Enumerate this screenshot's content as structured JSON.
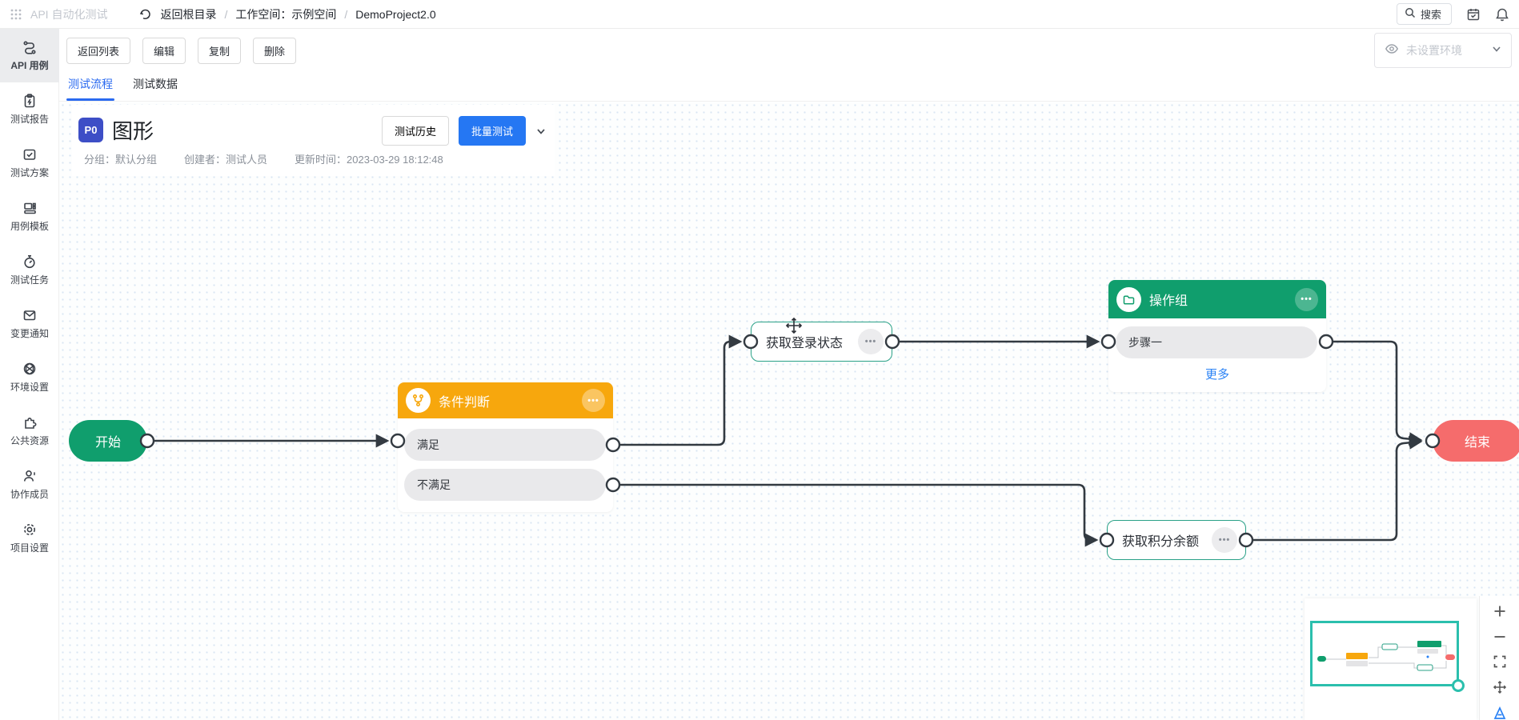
{
  "topbar": {
    "app_title": "API 自动化测试",
    "back_label": "返回根目录",
    "separator": "/",
    "workspace": "工作空间：示例空间",
    "project": "DemoProject2.0",
    "search_label": "搜索"
  },
  "sidebar": {
    "items": [
      {
        "label": "API 用例",
        "icon": "flow-route-icon",
        "active": true
      },
      {
        "label": "测试报告",
        "icon": "report-clipboard-icon",
        "active": false
      },
      {
        "label": "测试方案",
        "icon": "plan-check-icon",
        "active": false
      },
      {
        "label": "用例模板",
        "icon": "template-layout-icon",
        "active": false
      },
      {
        "label": "测试任务",
        "icon": "timer-icon",
        "active": false
      },
      {
        "label": "变更通知",
        "icon": "mail-icon",
        "active": false
      },
      {
        "label": "环境设置",
        "icon": "globe-icon",
        "active": false
      },
      {
        "label": "公共资源",
        "icon": "puzzle-icon",
        "active": false
      },
      {
        "label": "协作成员",
        "icon": "member-icon",
        "active": false
      },
      {
        "label": "项目设置",
        "icon": "gear-icon",
        "active": false
      }
    ]
  },
  "toolbar": {
    "back_list": "返回列表",
    "edit": "编辑",
    "copy": "复制",
    "delete": "删除",
    "env_selector": "未设置环境"
  },
  "tabs": {
    "flow": "测试流程",
    "data": "测试数据"
  },
  "case_card": {
    "priority": "P0",
    "title": "图形",
    "history_button": "测试历史",
    "batch_button": "批量测试",
    "group": "分组：默认分组",
    "creator": "创建者：测试人员",
    "updated": "更新时间：2023-03-29 18:12:48"
  },
  "flow": {
    "start": {
      "label": "开始"
    },
    "condition": {
      "title": "条件判断",
      "branches": [
        "满足",
        "不满足"
      ]
    },
    "get_login": {
      "label": "获取登录状态"
    },
    "action_group": {
      "title": "操作组",
      "steps": [
        "步骤一"
      ],
      "more_link": "更多"
    },
    "get_points": {
      "label": "获取积分余额"
    },
    "end": {
      "label": "结束"
    },
    "menu_dots": "•••"
  },
  "colors": {
    "accent_blue": "#2577f3",
    "tab_active_blue": "#2a6af0",
    "priority_badge": "#3d4ec6",
    "node_green": "#109e6d",
    "node_orange": "#f7a70d",
    "node_red": "#f56c6c",
    "node_border_teal": "#2aa187",
    "edge": "#333a41",
    "link_blue": "#2a82f5",
    "minimap_teal": "#2bbfad"
  }
}
